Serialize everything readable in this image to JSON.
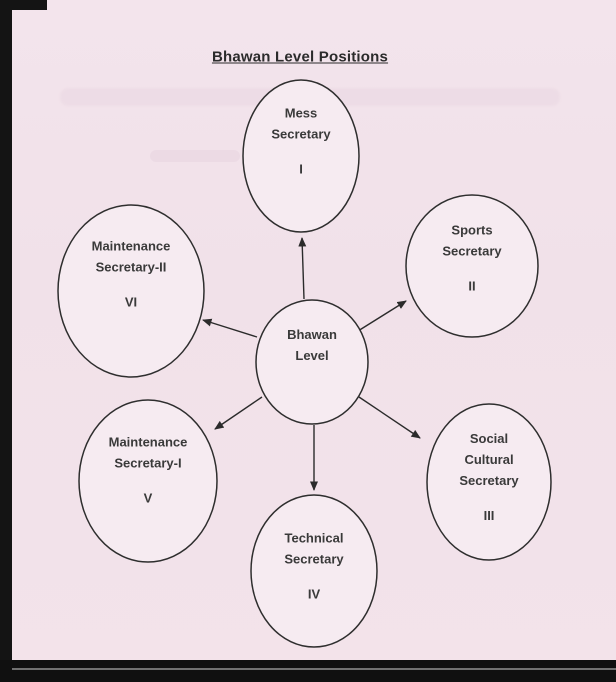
{
  "title": "Bhawan Level Positions",
  "colors": {
    "paper": "#f2e2ea",
    "ink": "#2b2b2b",
    "frame": "#141414",
    "ellipse_fill": "#f6ebf1"
  },
  "center_node": {
    "lines": [
      "Bhawan",
      "Level"
    ]
  },
  "nodes": {
    "mess": {
      "lines": [
        "Mess",
        "Secretary"
      ],
      "numeral": "I"
    },
    "sports": {
      "lines": [
        "Sports",
        "Secretary"
      ],
      "numeral": "II"
    },
    "social": {
      "lines": [
        "Social",
        "Cultural",
        "Secretary"
      ],
      "numeral": "III"
    },
    "technical": {
      "lines": [
        "Technical",
        "Secretary"
      ],
      "numeral": "IV"
    },
    "maintenance1": {
      "lines": [
        "Maintenance",
        "Secretary-I"
      ],
      "numeral": "V"
    },
    "maintenance2": {
      "lines": [
        "Maintenance",
        "Secretary-II"
      ],
      "numeral": "VI"
    }
  }
}
